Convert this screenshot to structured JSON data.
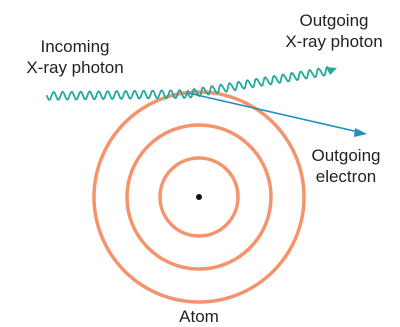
{
  "labels": {
    "incoming_line1": "Incoming",
    "incoming_line2": "X-ray photon",
    "outgoing_photon_line1": "Outgoing",
    "outgoing_photon_line2": "X-ray photon",
    "outgoing_electron_line1": "Outgoing",
    "outgoing_electron_line2": "electron",
    "atom": "Atom"
  },
  "colors": {
    "shell": "#f4946c",
    "photon_wave": "#23a99a",
    "electron_path": "#1f8fbf",
    "nucleus": "#111111",
    "text": "#222222"
  },
  "atom": {
    "shell_count": 3
  }
}
